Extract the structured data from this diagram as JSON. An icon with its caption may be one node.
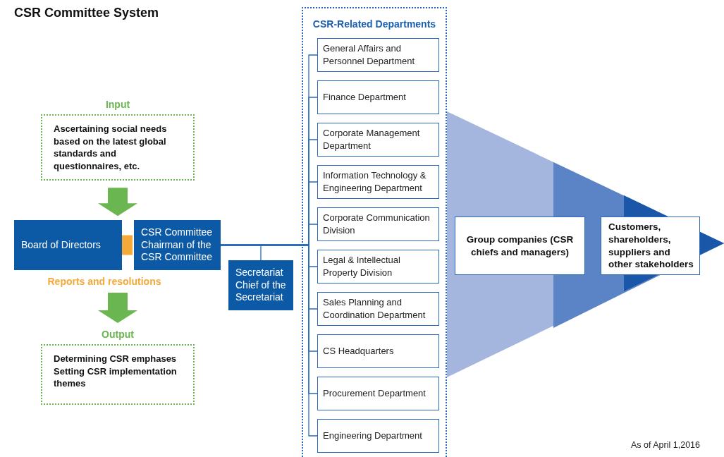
{
  "diagram": {
    "title": "CSR Committee System",
    "nodes": [
      {
        "text": [
          "Input",
          "Ascertaining social needs based on the latest global standards and questionnaires, etc."
        ]
      },
      {
        "text": [
          "Board of Directors"
        ]
      },
      {
        "text": [
          "CSR Committee Chairman of the CSR Committee"
        ]
      },
      {
        "text": [
          "Output",
          "Determining CSR emphases",
          "Setting CSR implementation themes"
        ]
      },
      {
        "text": [
          "Secretariat Chief of the Secretariat"
        ]
      },
      {
        "text": [
          "CSR-Related Departments"
        ]
      },
      {
        "text": [
          "General Affairs and Personnel Department"
        ],
        "in": 5
      },
      {
        "text": [
          "Finance Department"
        ],
        "in": 5
      },
      {
        "text": [
          "Corporate Management Department"
        ],
        "in": 5
      },
      {
        "text": [
          "Information Technology & Engineering Department"
        ],
        "in": 5
      },
      {
        "text": [
          "Corporate Communication Division"
        ],
        "in": 5
      },
      {
        "text": [
          "Legal & Intellectual Property Division"
        ],
        "in": 5
      },
      {
        "text": [
          "Sales Planning and Coordination Department"
        ],
        "in": 5
      },
      {
        "text": [
          "CS Headquarters"
        ],
        "in": 5
      },
      {
        "text": [
          "Procurement Department"
        ],
        "in": 5
      },
      {
        "text": [
          "Engineering Department"
        ],
        "in": 5
      },
      {
        "text": [
          "Group companies (CSR chiefs and managers)"
        ]
      },
      {
        "text": [
          "Customers, shareholders, suppliers and other stakeholders"
        ]
      }
    ],
    "edges": [
      {
        "from": 0,
        "to": null,
        "arrow": "to",
        "style": "thick",
        "color": "#6ab650"
      },
      {
        "from": 2,
        "to": 1,
        "label": "Reports and resolutions",
        "arrow": "to",
        "style": "thick",
        "color": "#f4a939"
      },
      {
        "from": null,
        "to": 3,
        "arrow": "to",
        "style": "thick",
        "color": "#6ab650"
      },
      {
        "from": 2,
        "to": 4,
        "arrow": "none"
      },
      {
        "from": 2,
        "to": 6,
        "arrow": "none"
      },
      {
        "from": 2,
        "to": 7,
        "arrow": "none"
      },
      {
        "from": 2,
        "to": 8,
        "arrow": "none"
      },
      {
        "from": 2,
        "to": 9,
        "arrow": "none"
      },
      {
        "from": 2,
        "to": 10,
        "arrow": "none"
      },
      {
        "from": 2,
        "to": 11,
        "arrow": "none"
      },
      {
        "from": 2,
        "to": 12,
        "arrow": "none"
      },
      {
        "from": 2,
        "to": 13,
        "arrow": "none"
      },
      {
        "from": 2,
        "to": 14,
        "arrow": "none"
      },
      {
        "from": 2,
        "to": 15,
        "arrow": "none"
      }
    ],
    "labels": [
      "As of April 1,2016"
    ]
  }
}
